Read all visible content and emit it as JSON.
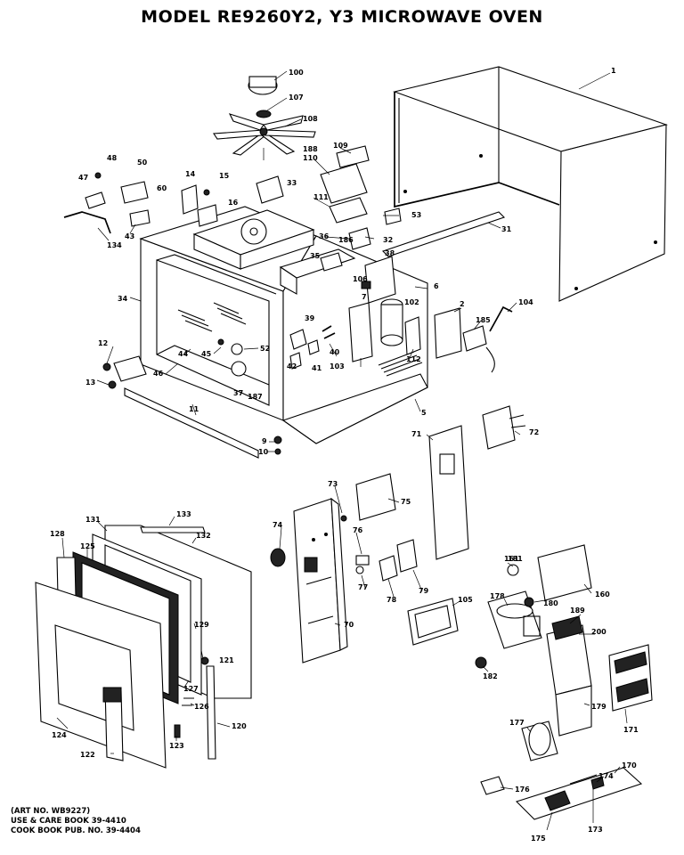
{
  "title": "MODEL RE9260Y2, Y3 MICROWAVE OVEN",
  "footer": {
    "art_no": "(ART NO. WB9227)",
    "use_care": "USE & CARE BOOK 39-4410",
    "cook_book": "COOK BOOK PUB. NO. 39-4404"
  },
  "callouts": [
    "1",
    "2",
    "5",
    "6",
    "7",
    "9",
    "10",
    "11",
    "12",
    "13",
    "14",
    "15",
    "16",
    "31",
    "32",
    "33",
    "34",
    "35",
    "36",
    "37",
    "38",
    "39",
    "40",
    "41",
    "42",
    "43",
    "44",
    "45",
    "46",
    "47",
    "48",
    "50",
    "52",
    "53",
    "60",
    "70",
    "71",
    "72",
    "73",
    "74",
    "75",
    "76",
    "77",
    "78",
    "79",
    "100",
    "102",
    "103",
    "104",
    "105",
    "106",
    "107",
    "108",
    "109",
    "110",
    "111",
    "112",
    "120",
    "121",
    "122",
    "123",
    "124",
    "125",
    "126",
    "127",
    "128",
    "129",
    "131",
    "132",
    "133",
    "134",
    "160",
    "161",
    "170",
    "171",
    "173",
    "174",
    "175",
    "176",
    "177",
    "178",
    "179",
    "180",
    "181",
    "182",
    "185",
    "186",
    "187",
    "188",
    "189",
    "200"
  ]
}
